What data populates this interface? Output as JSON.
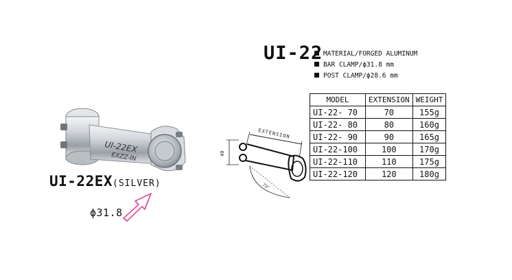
{
  "product": {
    "name": "UI-22EX",
    "variant": "(SILVER)",
    "clamp_diameter": "ϕ31.8",
    "stem_print_main": "UI-22EX",
    "stem_print_sub": "EXZZ-IN"
  },
  "spec": {
    "title": "UI-22",
    "items": [
      "MATERIAL/FORGED ALUMINUM",
      "BAR CLAMP/ϕ31.8 mm",
      "POST CLAMP/ϕ28.6 mm"
    ]
  },
  "diagram": {
    "extension_label": "EXTENSION",
    "height_label": "40",
    "angle_label": "73°"
  },
  "table": {
    "headers": [
      "MODEL",
      "EXTENSION",
      "WEIGHT"
    ],
    "rows": [
      {
        "model": "UI-22- 70",
        "extension": "70",
        "weight": "155g"
      },
      {
        "model": "UI-22- 80",
        "extension": "80",
        "weight": "160g"
      },
      {
        "model": "UI-22- 90",
        "extension": "90",
        "weight": "165g"
      },
      {
        "model": "UI-22-100",
        "extension": "100",
        "weight": "170g"
      },
      {
        "model": "UI-22-110",
        "extension": "110",
        "weight": "175g"
      },
      {
        "model": "UI-22-120",
        "extension": "120",
        "weight": "180g"
      }
    ]
  },
  "colors": {
    "arrow": "#e0509a",
    "text": "#111111",
    "metal": "#c8ccd0"
  }
}
